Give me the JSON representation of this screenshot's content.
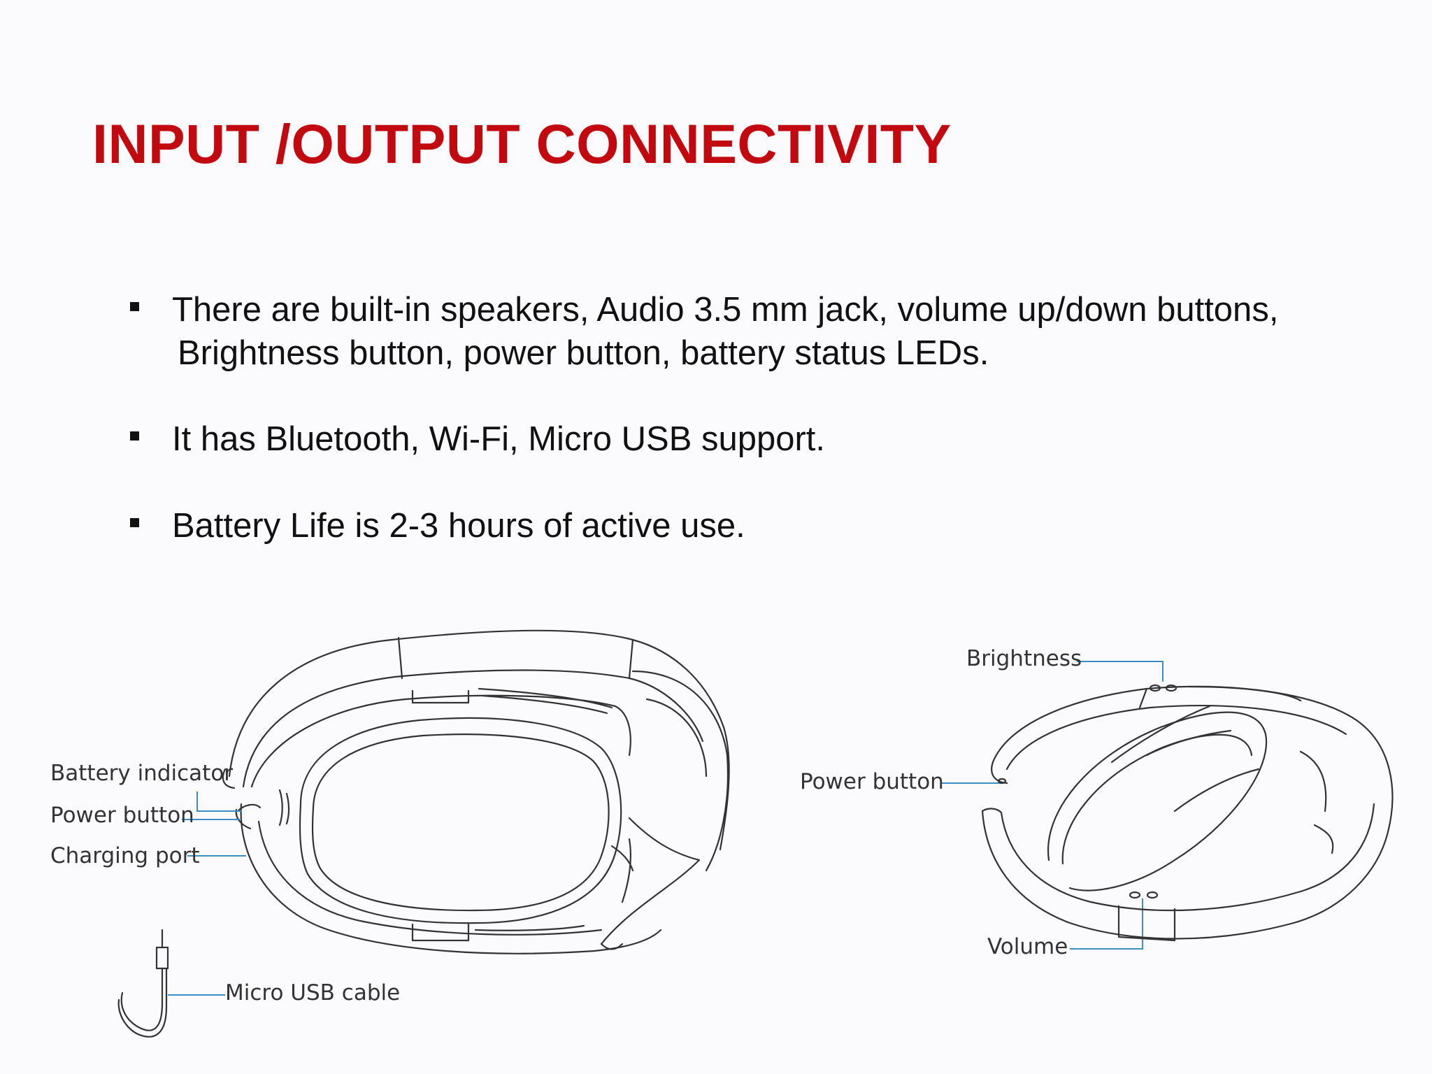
{
  "slide": {
    "title": "INPUT /OUTPUT CONNECTIVITY",
    "bullets": [
      {
        "line1": "There are built-in speakers, Audio 3.5 mm jack, volume up/down buttons,",
        "line2": "Brightness button, power button, battery status LEDs."
      },
      {
        "line1": "It has Bluetooth, Wi-Fi, Micro USB support."
      },
      {
        "line1": "Battery Life is 2-3 hours of active use."
      }
    ]
  },
  "diagram_left": {
    "labels": {
      "battery_indicator": "Battery indicator",
      "power_button": "Power button",
      "charging_port": "Charging port",
      "micro_usb_cable": "Micro USB cable"
    }
  },
  "diagram_right": {
    "labels": {
      "brightness": "Brightness",
      "power_button": "Power button",
      "volume": "Volume"
    }
  },
  "colors": {
    "title": "#c2090f",
    "callout_line": "#3b8fc7",
    "drawing": "#333333"
  }
}
